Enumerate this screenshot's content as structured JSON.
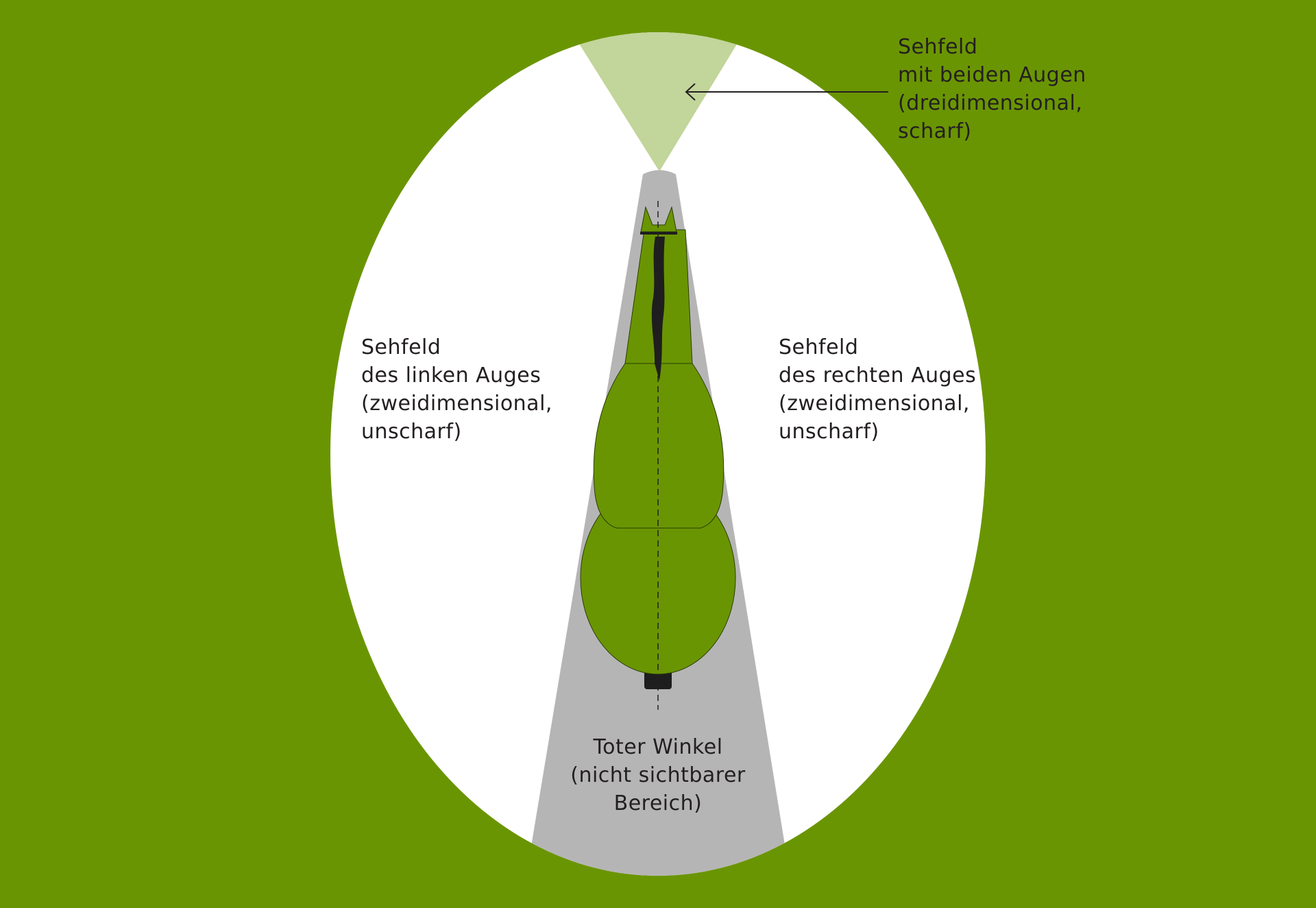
{
  "colors": {
    "background": "#6a9502",
    "monocular_field": "#ffffff",
    "binocular_field": "#c2d59a",
    "blind_spot": "#b6b5b6",
    "horse_body": "#6a9502",
    "mane": "#1e1e1e",
    "text": "#231f20"
  },
  "labels": {
    "binocular": [
      "Sehfeld",
      "mit beiden Augen",
      "(dreidimensional,",
      "scharf)"
    ],
    "left_eye": [
      "Sehfeld",
      "des linken Auges",
      "(zweidimensional,",
      "unscharf)"
    ],
    "right_eye": [
      "Sehfeld",
      "des rechten Auges",
      "(zweidimensional,",
      "unscharf)"
    ],
    "blind_spot": [
      "Toter Winkel",
      "(nicht sichtbarer",
      "Bereich)"
    ]
  }
}
